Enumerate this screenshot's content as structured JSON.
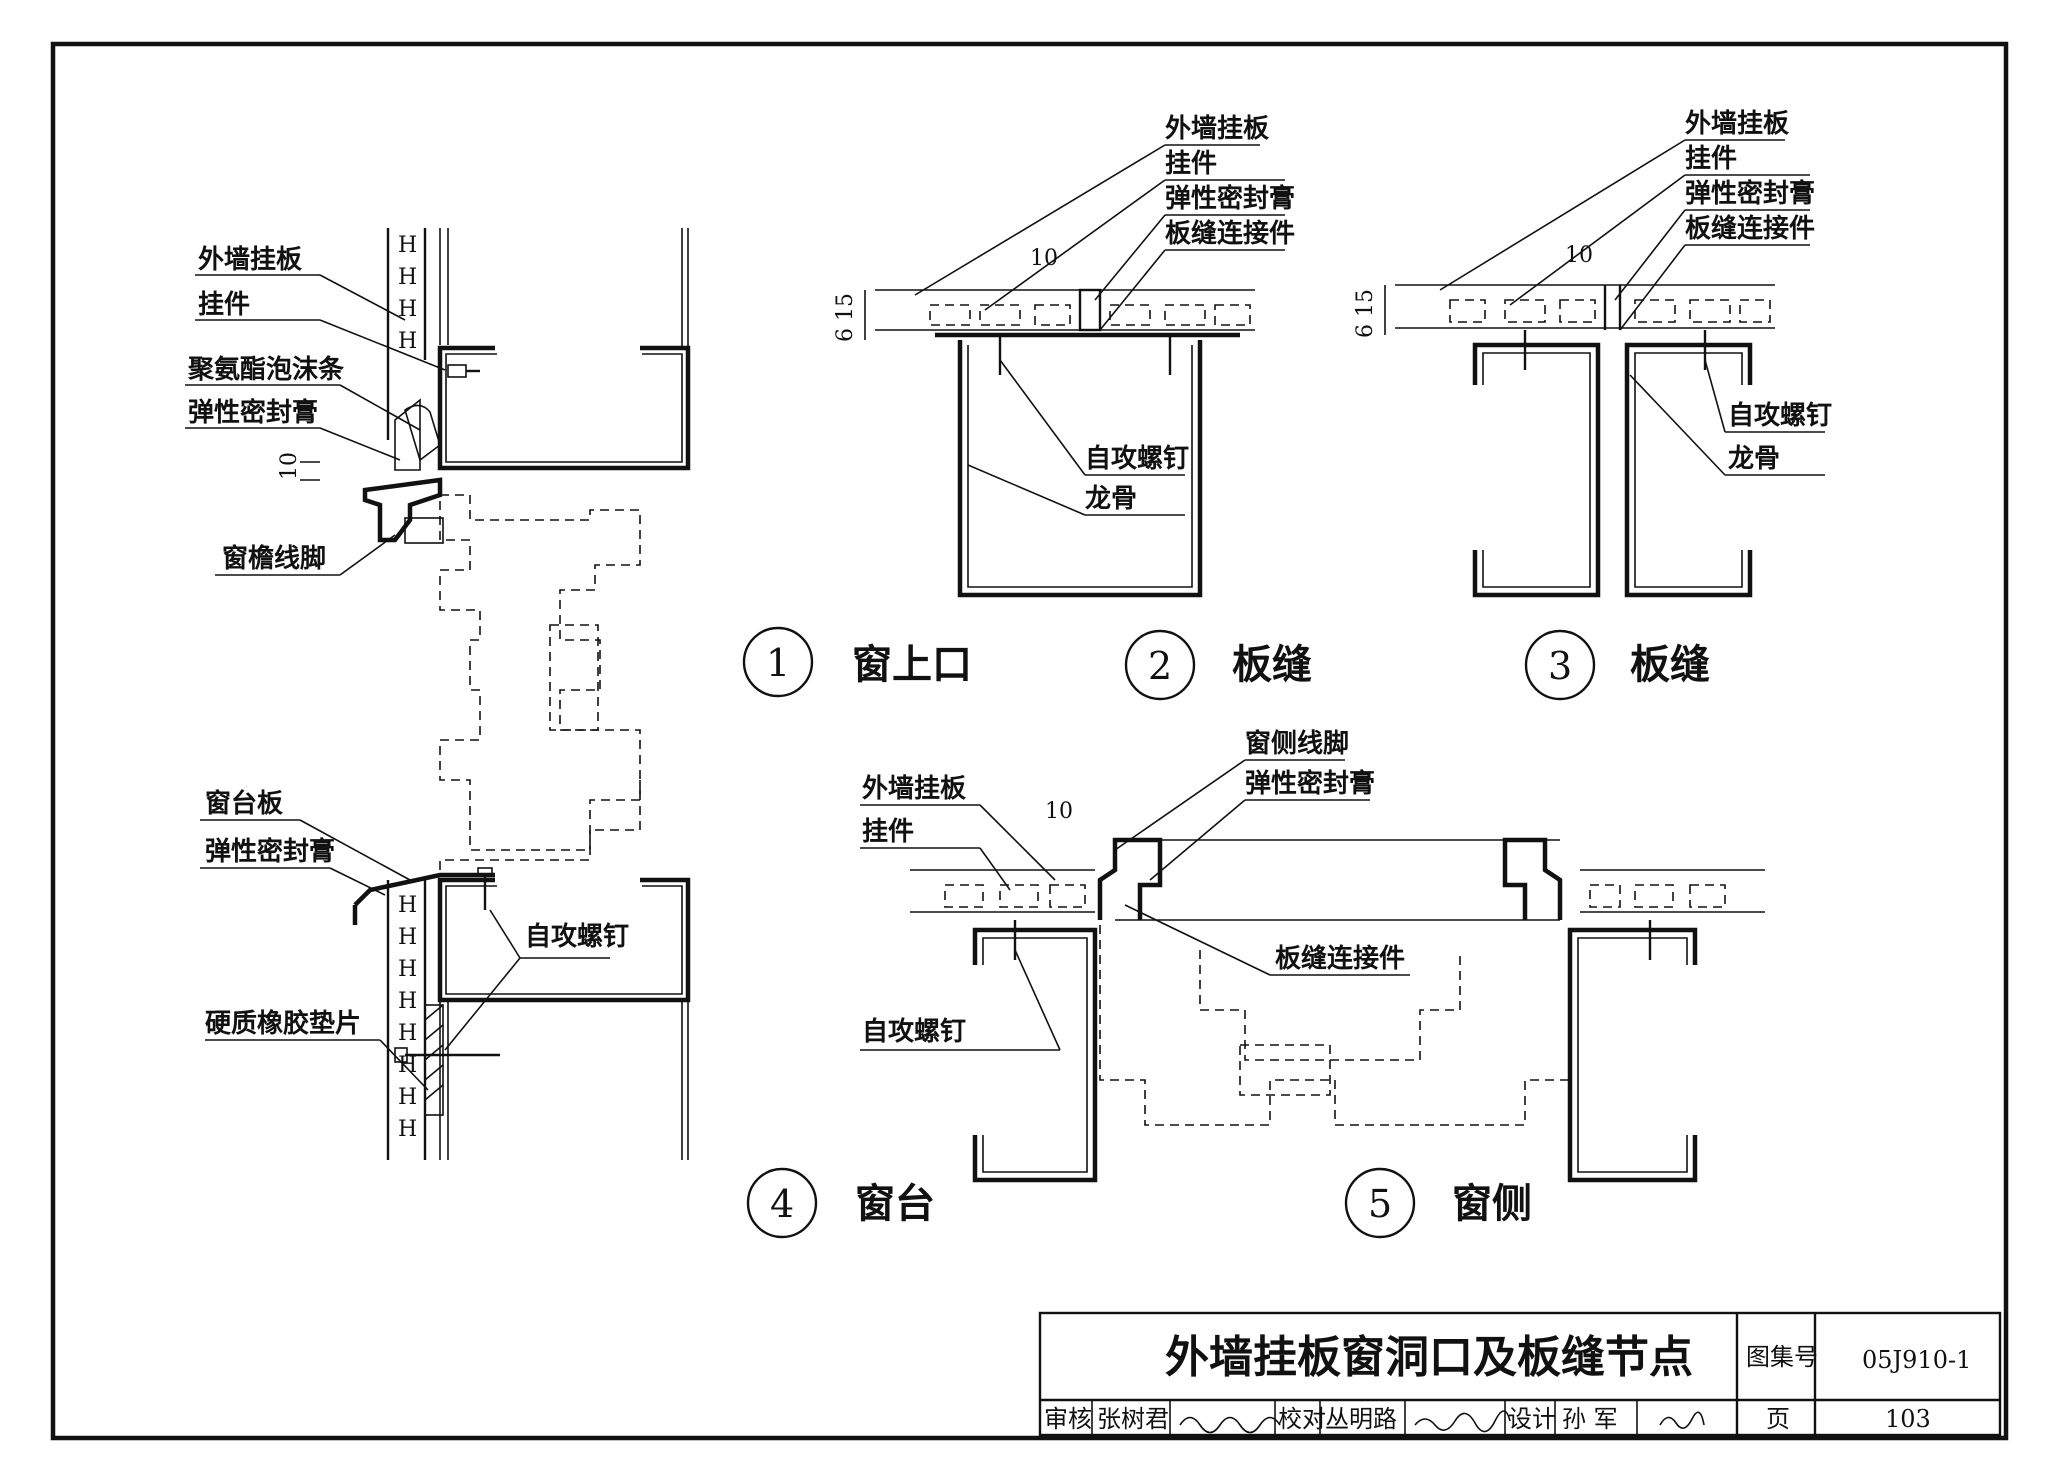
{
  "labels": {
    "waiqiang_guaban": "外墙挂板",
    "guajian": "挂件",
    "juanzhi_paomo": "聚氨酯泡沫条",
    "tanxing_mifeng": "弹性密封膏",
    "chuangyan_xianjiao": "窗檐线脚",
    "chuangtai_ban": "窗台板",
    "zigong_luoding": "自攻螺钉",
    "yingzhi_xiangjiao": "硬质橡胶垫片",
    "banfeng_lianjie": "板缝连接件",
    "longgu": "龙骨",
    "chuangce_xianjiao": "窗侧线脚"
  },
  "dimensions": {
    "d10": "10",
    "d615": "6 15"
  },
  "details": [
    {
      "num": "1",
      "title": "窗上口"
    },
    {
      "num": "2",
      "title": "板缝"
    },
    {
      "num": "3",
      "title": "板缝"
    },
    {
      "num": "4",
      "title": "窗台"
    },
    {
      "num": "5",
      "title": "窗侧"
    }
  ],
  "title_block": {
    "title": "外墙挂板窗洞口及板缝节点",
    "atlas_label": "图集号",
    "atlas_no": "05J910-1",
    "page_label": "页",
    "page_no": "103",
    "review_label": "审核",
    "reviewer": "张树君",
    "check_label": "校对",
    "checker": "丛明路",
    "design_label": "设计",
    "designer": "孙 军"
  }
}
